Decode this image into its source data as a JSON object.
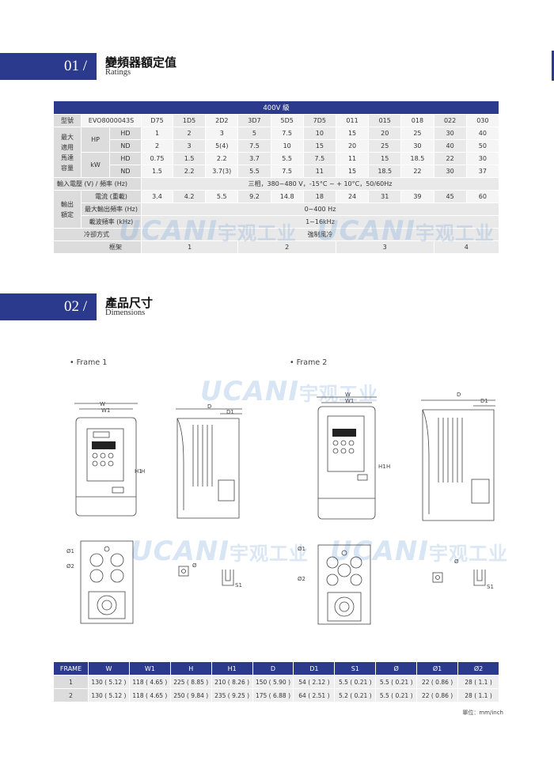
{
  "section1": {
    "number": "01 /",
    "title": "變頻器額定值",
    "subtitle": "Ratings"
  },
  "section2": {
    "number": "02 /",
    "title": "產品尺寸",
    "subtitle": "Dimensions"
  },
  "watermark": {
    "latin": "UCANI",
    "cn": "宇观工业"
  },
  "ratings": {
    "voltage_class": "400V 級",
    "model_label": "型號",
    "model_prefix": "EVO8000043S",
    "models": [
      "D75",
      "1D5",
      "2D2",
      "3D7",
      "5D5",
      "7D5",
      "011",
      "015",
      "018",
      "022",
      "030"
    ],
    "max_motor_label": [
      "最大",
      "適用",
      "馬達",
      "容量"
    ],
    "hp_label": "HP",
    "kw_label": "kW",
    "hd_label": "HD",
    "nd_label": "ND",
    "hp_hd": [
      "1",
      "2",
      "3",
      "5",
      "7.5",
      "10",
      "15",
      "20",
      "25",
      "30",
      "40"
    ],
    "hp_nd": [
      "2",
      "3",
      "5(4)",
      "7.5",
      "10",
      "15",
      "20",
      "25",
      "30",
      "40",
      "50"
    ],
    "kw_hd": [
      "0.75",
      "1.5",
      "2.2",
      "3.7",
      "5.5",
      "7.5",
      "11",
      "15",
      "18.5",
      "22",
      "30"
    ],
    "kw_nd": [
      "1.5",
      "2.2",
      "3.7(3)",
      "5.5",
      "7.5",
      "11",
      "15",
      "18.5",
      "22",
      "30",
      "37"
    ],
    "input_label": "輸入電壓 (V) / 頻率 (Hz)",
    "input_value": "三相，380~480 V，-15°C ~ + 10°C，50/60Hz",
    "output_label": [
      "輸出",
      "額定"
    ],
    "current_label": "電流 (重載)",
    "current_values": [
      "3.4",
      "4.2",
      "5.5",
      "9.2",
      "14.8",
      "18",
      "24",
      "31",
      "39",
      "45",
      "60"
    ],
    "max_freq_label": "最大輸出頻率 (Hz)",
    "max_freq_value": "0~400 Hz",
    "carrier_label": "載波頻率 (kHz)",
    "carrier_value": "1~16kHz",
    "cooling_label": "冷卻方式",
    "cooling_value": "強制風冷",
    "frame_label": "框架",
    "frames": [
      "1",
      "2",
      "3",
      "4"
    ]
  },
  "drawings": {
    "frame1_label": "• Frame 1",
    "frame2_label": "• Frame 2",
    "dim_labels": {
      "w": "W",
      "w1": "W1",
      "h": "H",
      "h1": "H1",
      "d": "D",
      "d1": "D1",
      "s1": "S1",
      "phi": "Ø",
      "phi1": "Ø1",
      "phi2": "Ø2"
    }
  },
  "dims_table": {
    "headers": [
      "FRAME",
      "W",
      "W1",
      "H",
      "H1",
      "D",
      "D1",
      "S1",
      "Ø",
      "Ø1",
      "Ø2"
    ],
    "rows": [
      [
        "1",
        "130 ( 5.12 )",
        "118 ( 4.65 )",
        "225 ( 8.85 )",
        "210 ( 8.26 )",
        "150 ( 5.90 )",
        "54 ( 2.12 )",
        "5.5 ( 0.21 )",
        "5.5 ( 0.21 )",
        "22 ( 0.86 )",
        "28 ( 1.1 )"
      ],
      [
        "2",
        "130 ( 5.12 )",
        "118 ( 4.65 )",
        "250 ( 9.84 )",
        "235 ( 9.25 )",
        "175 ( 6.88 )",
        "64 ( 2.51 )",
        "5.2 ( 0.21 )",
        "5.5 ( 0.21 )",
        "22 ( 0.86 )",
        "28 ( 1.1 )"
      ]
    ],
    "unit_note": "單位：mm/inch"
  },
  "colors": {
    "brand": "#2b3a8c",
    "label_bg": "#dcdcdc",
    "cell_bg": "#e9e9e9"
  }
}
